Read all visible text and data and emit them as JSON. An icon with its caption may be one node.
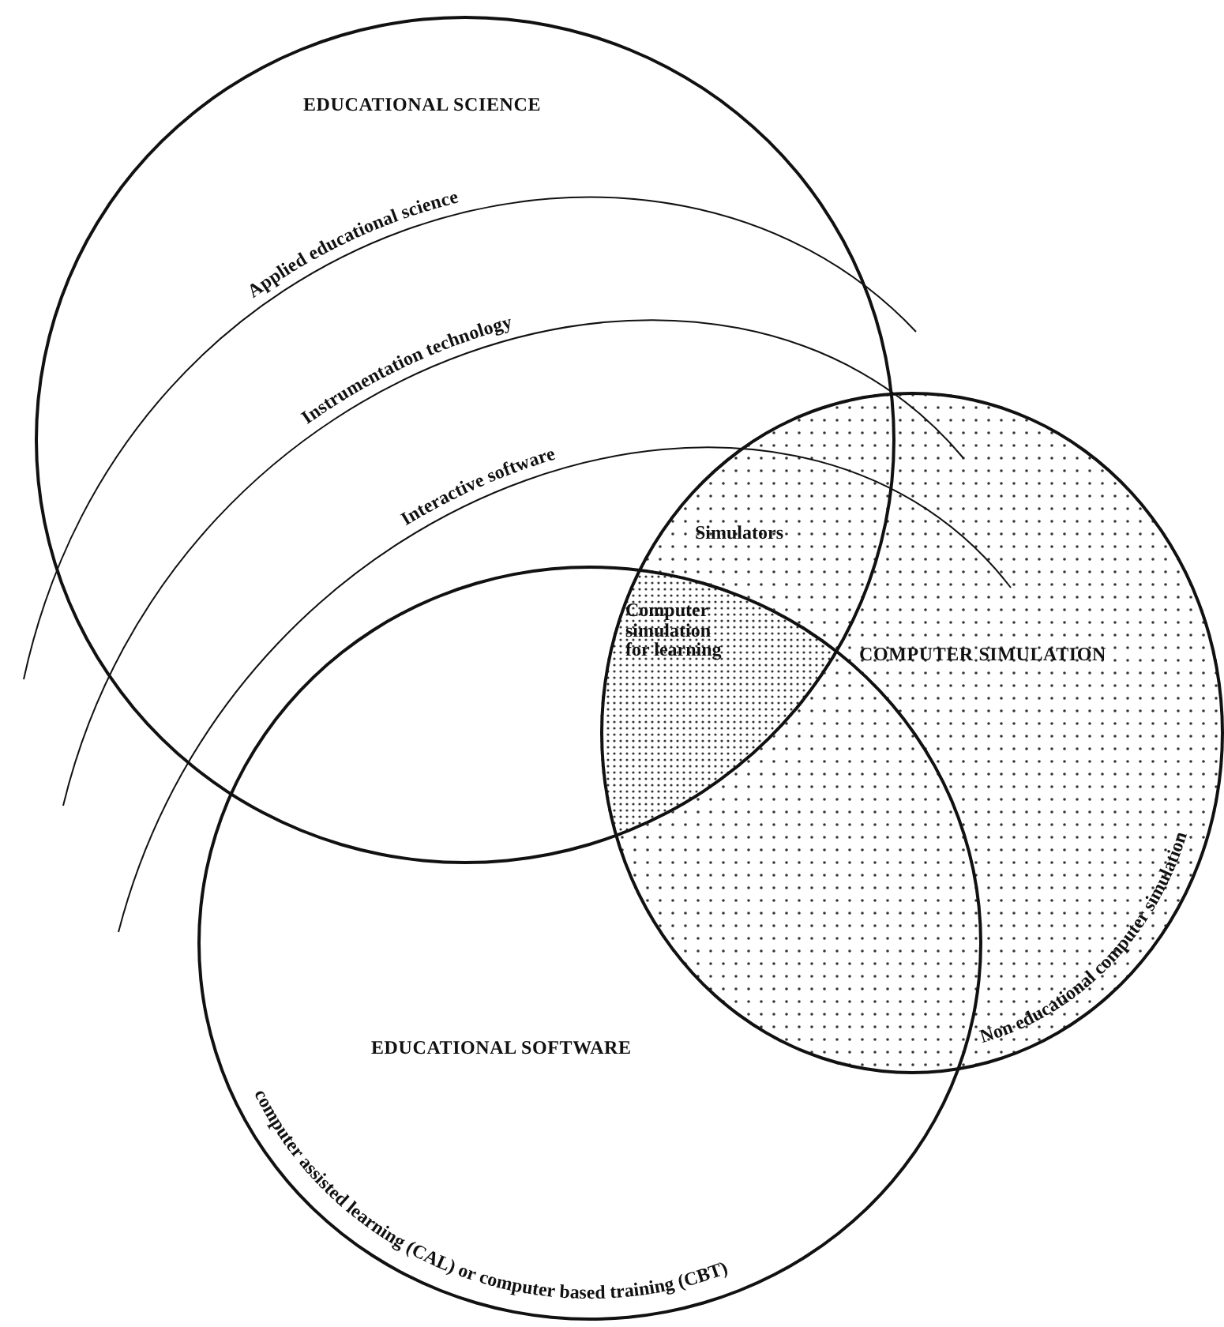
{
  "diagram": {
    "nodes": [
      {
        "text": [
          "EDUCATIONAL SCIENCE"
        ]
      },
      {
        "text": [
          "COMPUTER SIMULATION",
          "Non educational computer simulation"
        ]
      },
      {
        "text": [
          "EDUCATIONAL SOFTWARE",
          "computer assisted learning (CAL) or computer based training (CBT)"
        ]
      }
    ],
    "labels": [
      "Applied educational science",
      "Instrumentation technology",
      "Interactive software",
      "Simulators",
      "Computer simulation for learning"
    ]
  }
}
